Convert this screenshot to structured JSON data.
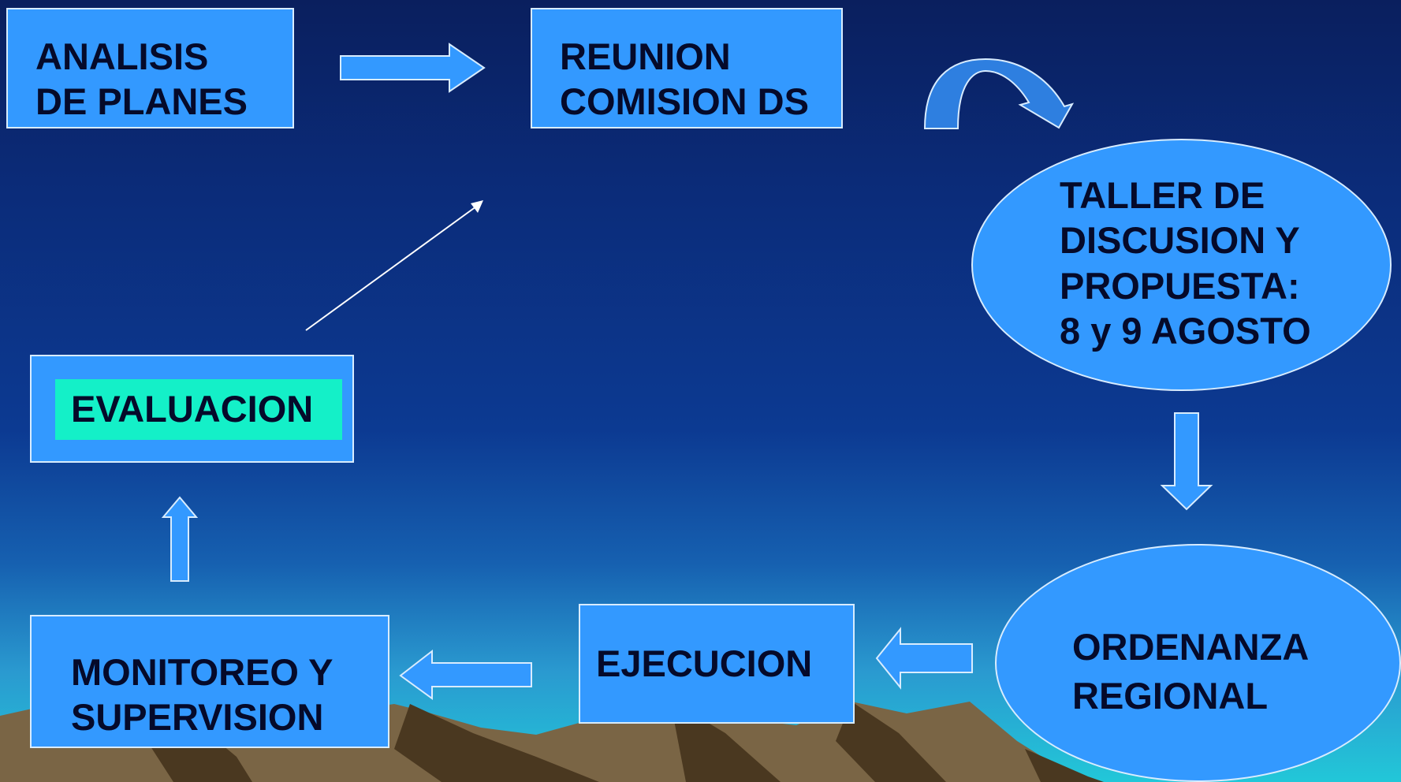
{
  "diagram": {
    "nodes": {
      "analisis": [
        "ANALISIS",
        "DE PLANES"
      ],
      "reunion": [
        "REUNION",
        "COMISION DS"
      ],
      "taller": [
        "TALLER DE",
        "DISCUSION Y",
        "PROPUESTA:",
        "8 y 9 AGOSTO"
      ],
      "ordenanza": [
        "ORDENANZA",
        "REGIONAL"
      ],
      "ejecucion": [
        "EJECUCION"
      ],
      "monitoreo": [
        "MONITOREO Y",
        "SUPERVISION"
      ],
      "evaluacion": [
        "EVALUACION"
      ]
    },
    "edges": [
      {
        "from": "analisis",
        "to": "reunion"
      },
      {
        "from": "reunion",
        "to": "taller"
      },
      {
        "from": "taller",
        "to": "ordenanza"
      },
      {
        "from": "ordenanza",
        "to": "ejecucion"
      },
      {
        "from": "ejecucion",
        "to": "monitoreo"
      },
      {
        "from": "monitoreo",
        "to": "evaluacion"
      },
      {
        "from": "evaluacion",
        "to": "reunion"
      }
    ]
  },
  "colors": {
    "node_fill": "#3399ff",
    "node_border": "#d8ecff",
    "highlight": "#14f0c8",
    "text": "#050a2a"
  }
}
